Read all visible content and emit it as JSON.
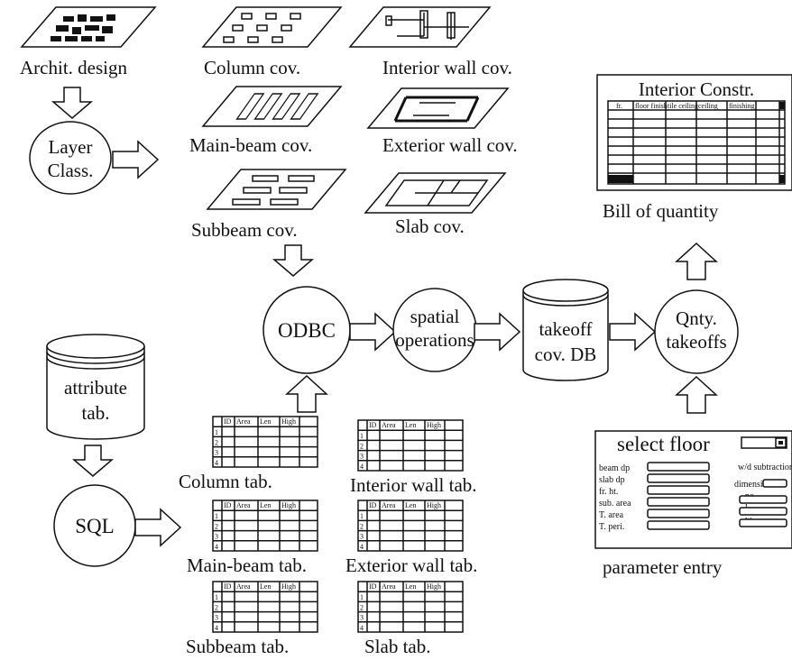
{
  "layers": {
    "archit": "Archit. design",
    "column": "Column cov.",
    "interior_wall": "Interior wall cov.",
    "main_beam": "Main-beam cov.",
    "exterior_wall": "Exterior wall cov.",
    "subbeam": "Subbeam cov.",
    "slab": "Slab cov."
  },
  "nodes": {
    "layer_class": [
      "Layer",
      "Class."
    ],
    "odbc": "ODBC",
    "spatial": [
      "spatial",
      "operations"
    ],
    "takeoff_db": [
      "takeoff",
      "cov. DB"
    ],
    "qnty": [
      "Qnty.",
      "takeoffs"
    ],
    "attribute_tab": [
      "attribute",
      "tab."
    ],
    "sql": "SQL"
  },
  "tables": {
    "column": "Column tab.",
    "interior_wall": "Interior wall tab.",
    "main_beam": "Main-beam tab.",
    "exterior_wall": "Exterior wall tab.",
    "subbeam": "Subbeam tab.",
    "slab": "Slab tab.",
    "header_cells": [
      "ID",
      "Area",
      "Len",
      "High"
    ]
  },
  "bill": {
    "title": "Interior Constr.",
    "caption": "Bill of quantity",
    "headers": [
      "fr.",
      "floor finish",
      "tile ceiling",
      "ceiling",
      "finishing"
    ]
  },
  "parameter_panel": {
    "title": "select floor",
    "caption": "parameter entry",
    "left_fields": [
      "beam dp",
      "slab dp",
      "fr. ht.",
      "sub. area",
      "T. area",
      "T. peri."
    ],
    "right_header": "w/d subtraction",
    "right_fields": [
      "dimension",
      "no.",
      "l",
      "w"
    ]
  }
}
